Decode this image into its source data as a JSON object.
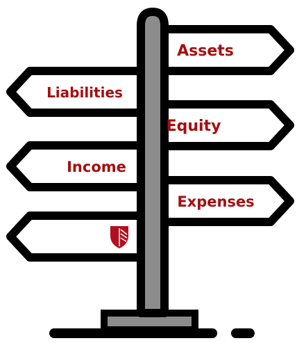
{
  "colors": {
    "outline": "#000000",
    "sign_fill": "#ffffff",
    "post_fill": "#8c8c8c",
    "text": "#a50f0f",
    "logo": "#b30f1f"
  },
  "signs": {
    "assets": "Assets",
    "liabilities": "Liabilities",
    "equity": "Equity",
    "income": "Income",
    "expenses": "Expenses"
  },
  "logo": {
    "icon": "shield-logo-icon"
  }
}
